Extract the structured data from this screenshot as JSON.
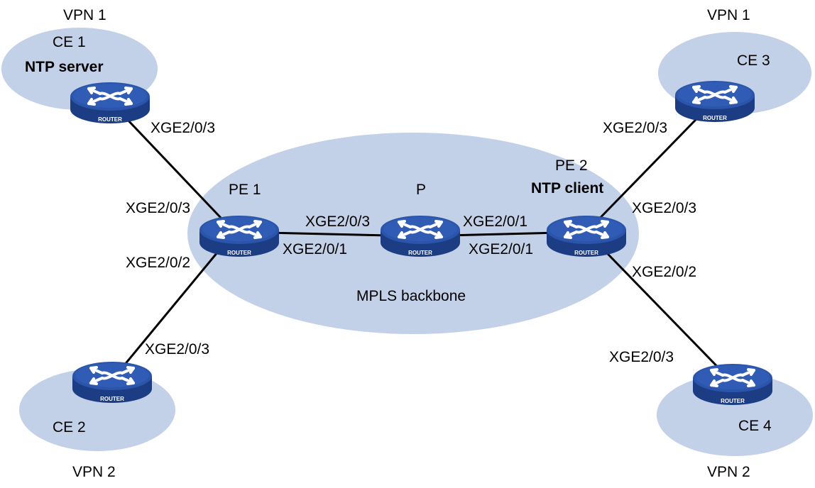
{
  "colors": {
    "ellipse_fill": "#c2d0e8",
    "link": "#000000",
    "router_top": "#2a55aa",
    "router_body": "#1c3c84",
    "router_tag_text": "#ffffff"
  },
  "router_tag": "ROUTER",
  "areas": {
    "vpn1_left": "VPN 1",
    "vpn1_right": "VPN 1",
    "vpn2_left": "VPN 2",
    "vpn2_right": "VPN 2",
    "backbone": "MPLS backbone"
  },
  "devices": {
    "ce1": {
      "name": "CE 1",
      "role": "NTP server",
      "icon": "router-icon"
    },
    "ce2": {
      "name": "CE 2",
      "icon": "router-icon"
    },
    "ce3": {
      "name": "CE 3",
      "icon": "router-icon"
    },
    "ce4": {
      "name": "CE 4",
      "icon": "router-icon"
    },
    "pe1": {
      "name": "PE 1",
      "icon": "router-icon"
    },
    "p": {
      "name": "P",
      "icon": "router-icon"
    },
    "pe2": {
      "name": "PE 2",
      "role": "NTP client",
      "icon": "router-icon"
    }
  },
  "interfaces": {
    "ce1_to_pe1": "XGE2/0/3",
    "pe1_to_ce1": "XGE2/0/3",
    "pe1_to_ce2": "XGE2/0/2",
    "ce2_to_pe1": "XGE2/0/3",
    "pe1_to_p": "XGE2/0/1",
    "p_to_pe1": "XGE2/0/3",
    "p_to_pe2": "XGE2/0/1",
    "pe2_to_p": "XGE2/0/1",
    "pe2_to_ce3": "XGE2/0/3",
    "ce3_to_pe2": "XGE2/0/3",
    "pe2_to_ce4": "XGE2/0/2",
    "ce4_to_pe2": "XGE2/0/3"
  }
}
